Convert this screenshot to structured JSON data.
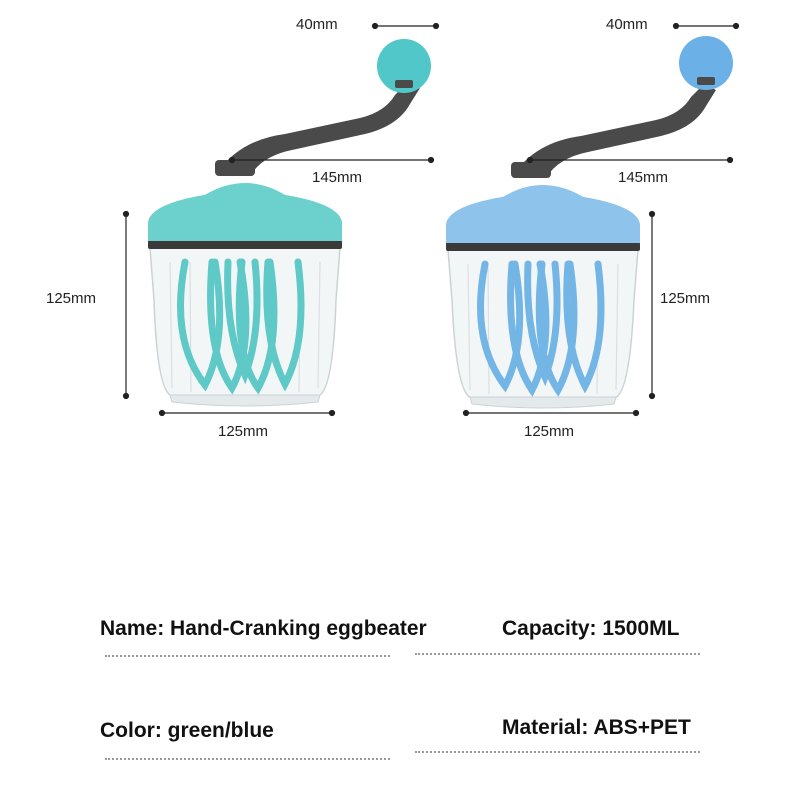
{
  "products": [
    {
      "color_name": "green",
      "body_color": "#6cd1cc",
      "whisk_color": "#5ec9c6",
      "knob_color": "#52c7c9",
      "dimensions": {
        "knob": "40mm",
        "arm": "145mm",
        "height": "125mm",
        "width": "125mm"
      }
    },
    {
      "color_name": "blue",
      "body_color": "#8ec3ec",
      "whisk_color": "#73b6e6",
      "knob_color": "#6cb0e8",
      "dimensions": {
        "knob": "40mm",
        "arm": "145mm",
        "height": "125mm",
        "width": "125mm"
      }
    }
  ],
  "handle_color": "#4a4a4a",
  "specs": {
    "name": "Name: Hand-Cranking eggbeater",
    "capacity": "Capacity: 1500ML",
    "color": "Color: green/blue",
    "material": "Material: ABS+PET"
  }
}
